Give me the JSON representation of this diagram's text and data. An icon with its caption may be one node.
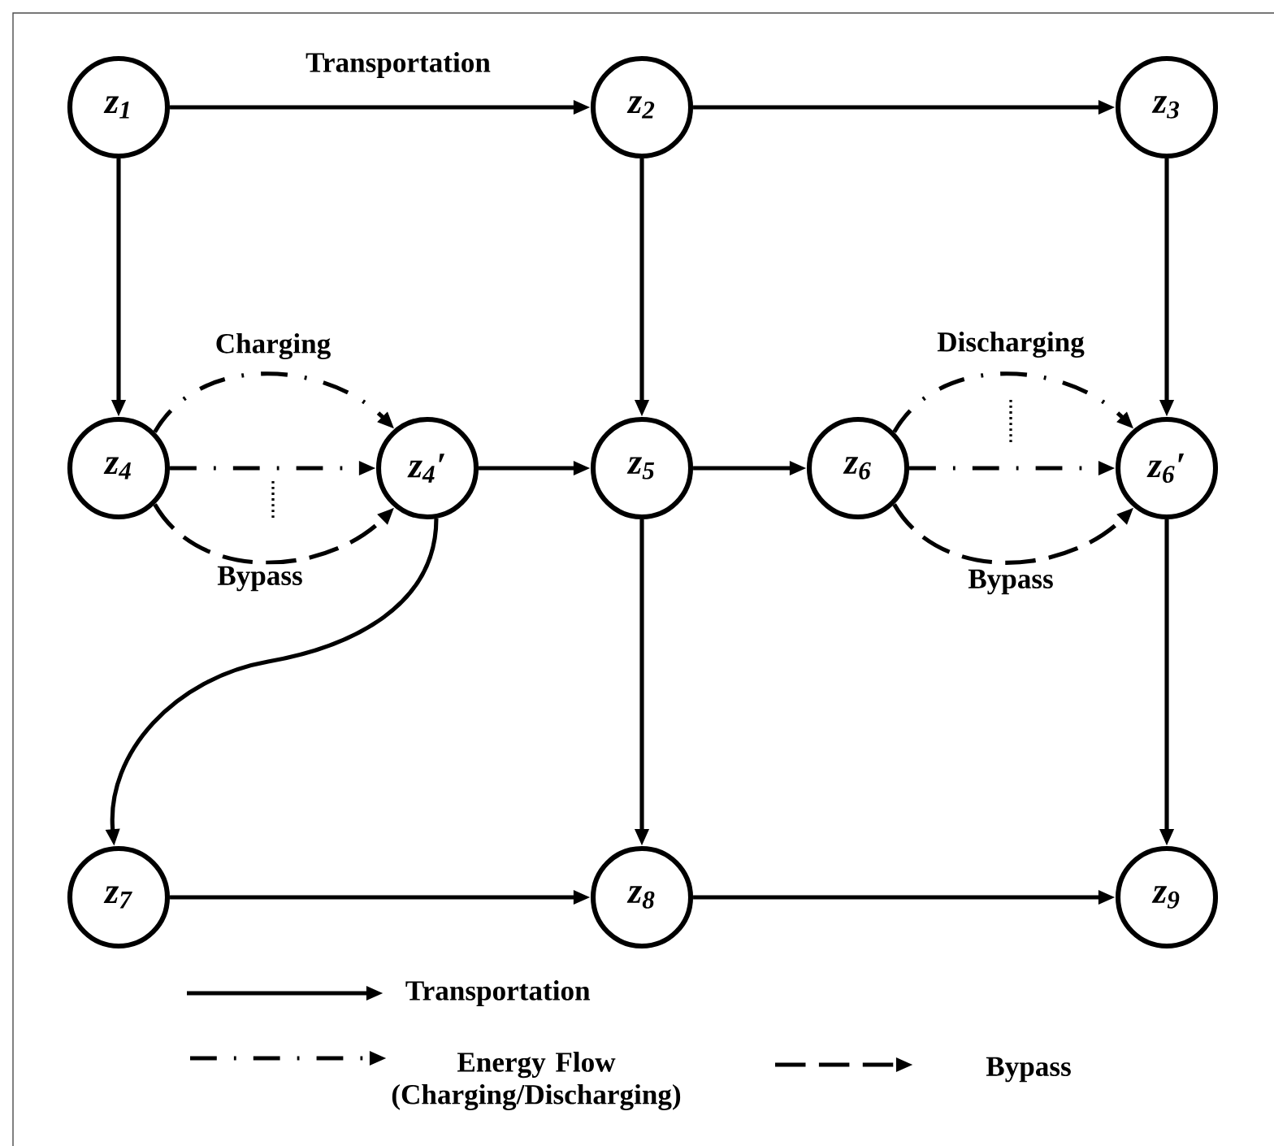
{
  "diagram": {
    "nodes": [
      {
        "text": [
          "z$_{1}$"
        ]
      },
      {
        "text": [
          "z$_{2}$"
        ]
      },
      {
        "text": [
          "z$_{3}$"
        ]
      },
      {
        "text": [
          "z$_{4}$"
        ]
      },
      {
        "text": [
          "z$_{4}$′"
        ]
      },
      {
        "text": [
          "z$_{5}$"
        ]
      },
      {
        "text": [
          "z$_{6}$"
        ]
      },
      {
        "text": [
          "z$_{6}$′"
        ]
      },
      {
        "text": [
          "z$_{7}$"
        ]
      },
      {
        "text": [
          "z$_{8}$"
        ]
      },
      {
        "text": [
          "z$_{9}$"
        ]
      }
    ],
    "edges": [
      {
        "from": 0,
        "to": 1,
        "arrow": "to",
        "label": "Transportation"
      },
      {
        "from": 1,
        "to": 2,
        "arrow": "to"
      },
      {
        "from": 0,
        "to": 3,
        "arrow": "to"
      },
      {
        "from": 1,
        "to": 5,
        "arrow": "to"
      },
      {
        "from": 2,
        "to": 7,
        "arrow": "to"
      },
      {
        "from": 3,
        "to": 4,
        "arrow": "to",
        "style": "dashed",
        "label": "Charging"
      },
      {
        "from": 3,
        "to": 4,
        "arrow": "to",
        "style": "dashed"
      },
      {
        "from": 3,
        "to": 4,
        "arrow": "to",
        "style": "dashed",
        "label": "Bypass"
      },
      {
        "from": 4,
        "to": 5,
        "arrow": "to"
      },
      {
        "from": 5,
        "to": 6,
        "arrow": "to"
      },
      {
        "from": 6,
        "to": 7,
        "arrow": "to",
        "style": "dashed",
        "label": "Discharging"
      },
      {
        "from": 6,
        "to": 7,
        "arrow": "to",
        "style": "dashed"
      },
      {
        "from": 6,
        "to": 7,
        "arrow": "to",
        "style": "dashed",
        "label": "Bypass"
      },
      {
        "from": 4,
        "to": 8,
        "arrow": "to"
      },
      {
        "from": 5,
        "to": 9,
        "arrow": "to"
      },
      {
        "from": 7,
        "to": 10,
        "arrow": "to"
      },
      {
        "from": 8,
        "to": 9,
        "arrow": "to"
      },
      {
        "from": 9,
        "to": 10,
        "arrow": "to"
      }
    ],
    "legend": [
      {
        "text": "Transportation"
      },
      {
        "text": "Energy Flow (Charging/Discharging)"
      },
      {
        "text": "Bypass"
      }
    ]
  }
}
